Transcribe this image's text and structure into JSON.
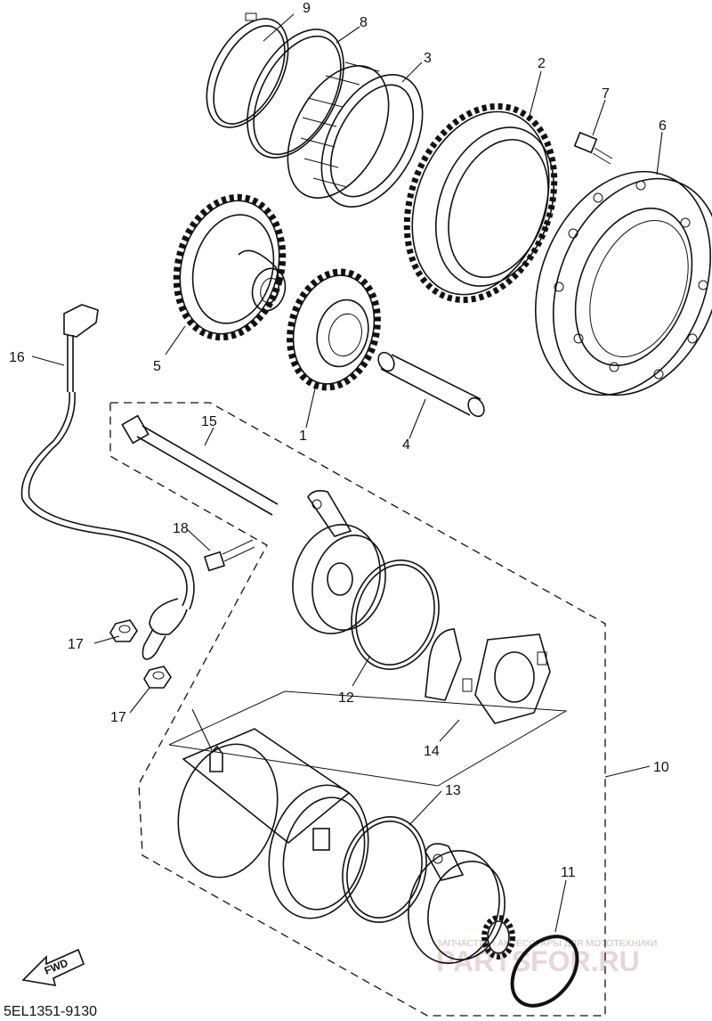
{
  "diagram": {
    "part_labels": [
      "1",
      "2",
      "3",
      "4",
      "5",
      "6",
      "7",
      "8",
      "9",
      "10",
      "11",
      "12",
      "13",
      "14",
      "15",
      "16",
      "17",
      "17",
      "18"
    ],
    "drawing_code": "5EL1351-9130",
    "fwd_label": "FWD",
    "watermark_top": "ЗАПЧАСТИ И АКСЕССУАРЫ ДЛЯ МОТОТЕХНИКИ",
    "watermark_logo": "PARTSFOR.RU",
    "colors": {
      "line": "#111111",
      "watermark": "#d9b3b3",
      "background": "#ffffff"
    }
  }
}
